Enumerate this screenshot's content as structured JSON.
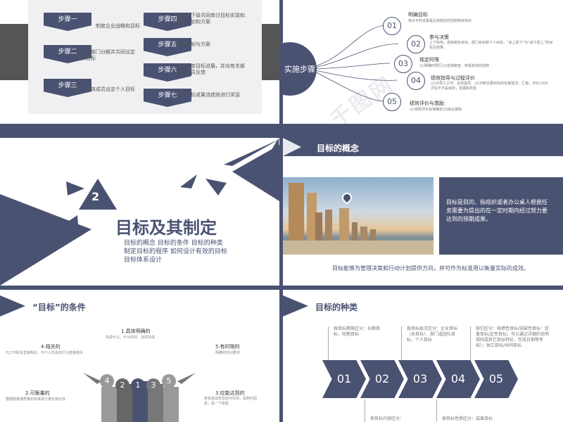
{
  "slide1": {
    "steps_left": [
      {
        "badge": "步骤一",
        "text": "制度企业战略和目标"
      },
      {
        "badge": "步骤二",
        "text": "对下属部门分解并共同议定具体目标"
      },
      {
        "badge": "步骤三",
        "text": "部门全体成员设定个人目标"
      }
    ],
    "steps_right": [
      {
        "badge": "步骤四",
        "text": "上集与下级共同商讨目标实现和行动计划和方案"
      },
      {
        "badge": "步骤五",
        "text": "实施计划与方案"
      },
      {
        "badge": "步骤六",
        "text": "定期检查目标进展，并向有关部门和人员反馈"
      },
      {
        "badge": "步骤七",
        "text": "基于目标成果流绩效进行奖惩"
      }
    ]
  },
  "slide2": {
    "center_label": "实施步骤",
    "items": [
      {
        "num": "01",
        "title": "明确目标",
        "desc": "高水平的设置最业高效应的控制和目标的"
      },
      {
        "num": "02",
        "title": "参与决策",
        "desc": "上下协商，逐级制定目标，部门目标和个人目标，“由上而下”与“由下而上”的目标互结果。"
      },
      {
        "num": "03",
        "title": "规定时限",
        "desc": "(1)明确时限行(2)定期审查，积极有效的控制"
      },
      {
        "num": "04",
        "title": "绩效指导与过程评价",
        "desc": "(1)对员工工作，具体指导。(2)不断在要目标的实施情况：汇报，评价(3)对评估不不是绩效，发展和改善"
      },
      {
        "num": "05",
        "title": "绩效评价与激励",
        "desc": "(1)依照评价标准确定(2)综合激励"
      }
    ],
    "watermark": "千图网"
  },
  "slide3": {
    "number": "2",
    "title": "目标及其制定",
    "subtitle_lines": [
      "目标的概念  目标的条件  目标的种类",
      "制定目标的程序  如何设计有效的目标",
      "目标体系设计"
    ]
  },
  "slide4": {
    "header": "目标的概念",
    "box_text": "目标是目的、指组织或者办公桌人根据任务需要为提出的在一定时期内经过努力要达到的预期成果。",
    "caption": "目标能够为管理决策和行动计划提供方向，并可作为标准用以衡量实际的成效。"
  },
  "slide5": {
    "header": "“目标”的条件",
    "conditions": [
      {
        "title": "1.具体明确的",
        "desc": "完成什么，什么时间，怎样完成"
      },
      {
        "title": "4.相关的",
        "desc": "与工作职责直接相关，与个人的具体行为直接相关"
      },
      {
        "title": "5.有时限的",
        "desc": "明确的时间要求"
      },
      {
        "title": "2.可衡量的",
        "desc": "根据数量或质量的标准进行量化和比较"
      },
      {
        "title": "3.应能达到的",
        "desc": "既有挑战性但但可实现，是制约因素，是一个能能"
      }
    ],
    "people_numbers": [
      "4",
      "2",
      "1",
      "3",
      "5"
    ]
  },
  "slide6": {
    "header": "目标的种类",
    "arrows": [
      "01",
      "02",
      "03",
      "04",
      "05"
    ],
    "top_notes": [
      "按目标期限区分：长期目标、短期目标",
      "按目标层次区分：企业目标（总目标）、部门或团队目标、个人目标",
      "按们区分：按绩性目标/突破性目标：定量目标/定性目标；可以通过详细的说明规则或其它目标特征、完成日期等考核）；独立目标/共同目标"
    ],
    "bottom_notes": [
      "按目标内容区分：",
      "按目标性质区分：成果目标"
    ]
  }
}
